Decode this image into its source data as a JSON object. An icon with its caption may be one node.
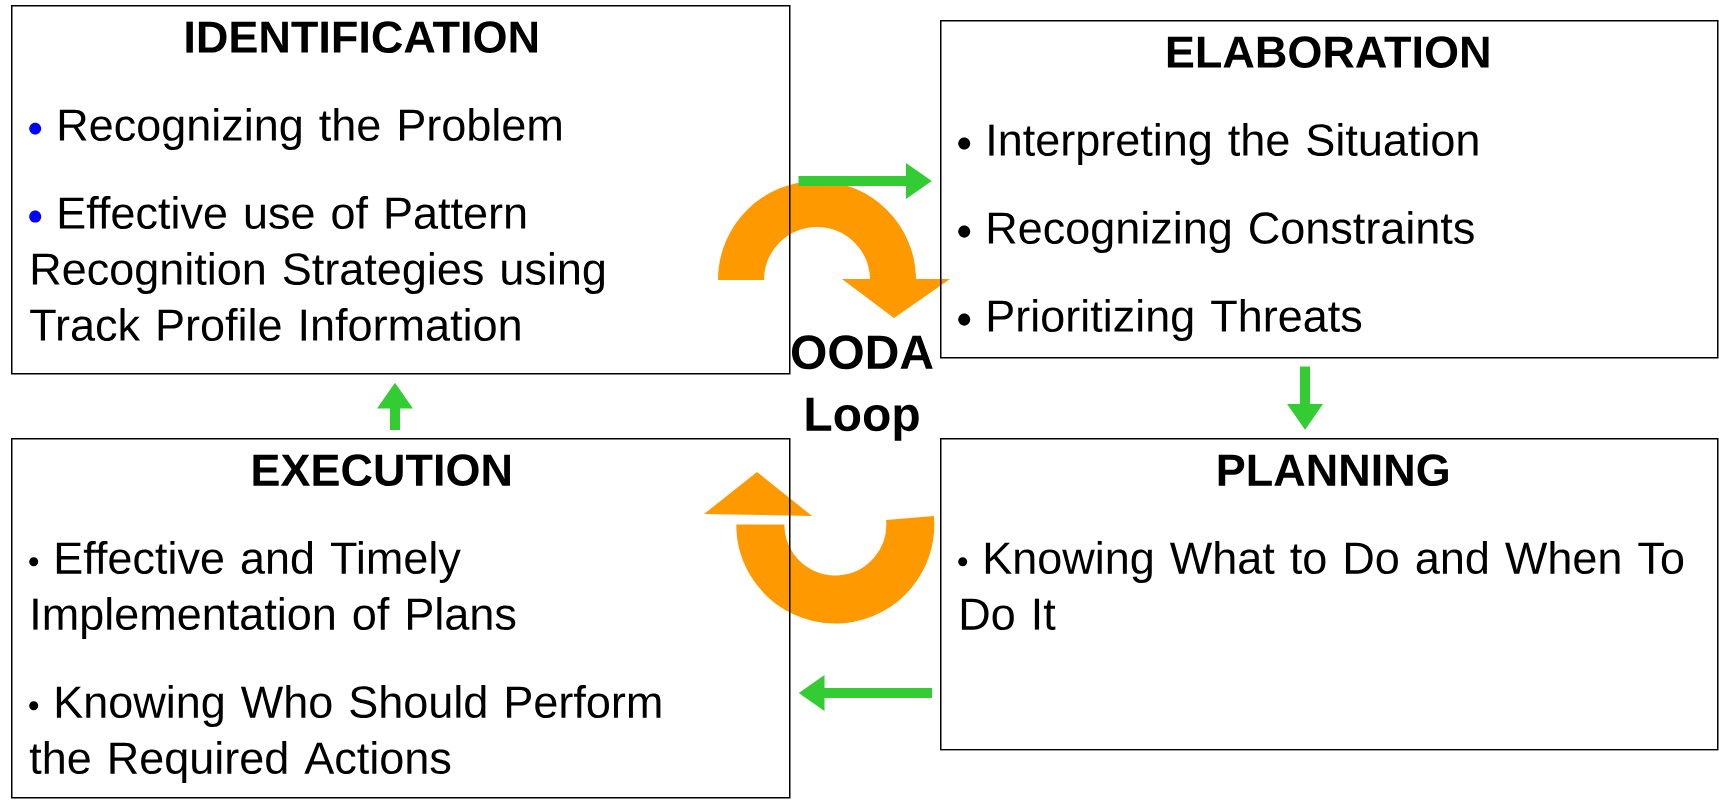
{
  "diagram": {
    "nodes": [
      {
        "text": [
          "IDENTIFICATION",
          "Recognizing the Problem",
          "Effective use of Pattern Recognition Strategies using Track Profile Information"
        ]
      },
      {
        "text": [
          "ELABORATION",
          "Interpreting the Situation",
          "Recognizing Constraints",
          "Prioritizing Threats"
        ]
      },
      {
        "text": [
          "EXECUTION",
          "Effective and Timely Implementation of Plans",
          "Knowing Who Should Perform the Required Actions"
        ]
      },
      {
        "text": [
          "PLANNING",
          "Knowing What to Do and When To Do It"
        ]
      }
    ],
    "edges": [
      {
        "from": 0,
        "to": 1,
        "arrow": "to"
      },
      {
        "from": 1,
        "to": 3,
        "arrow": "to"
      },
      {
        "from": 3,
        "to": 2,
        "arrow": "to"
      },
      {
        "from": 2,
        "to": 0,
        "arrow": "to"
      }
    ],
    "labels": [
      "OODA Loop"
    ]
  }
}
